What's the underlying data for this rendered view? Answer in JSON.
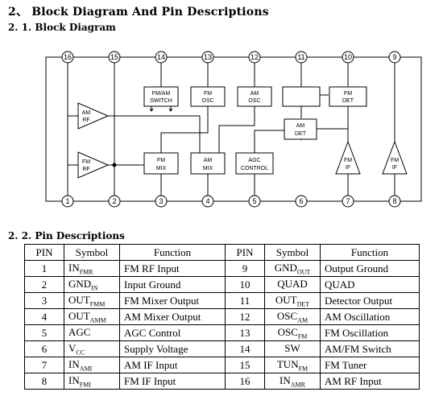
{
  "section_title": "2、 Block Diagram And Pin Descriptions",
  "sub1_title": "2. 1. Block Diagram",
  "sub2_title": "2. 2. Pin Descriptions",
  "diagram": {
    "top_pins": [
      "16",
      "15",
      "14",
      "13",
      "12",
      "11",
      "10",
      "9"
    ],
    "bottom_pins": [
      "1",
      "2",
      "3",
      "4",
      "5",
      "6",
      "7",
      "8"
    ],
    "blocks": {
      "fm_am_switch": [
        "FM/AM",
        "SWITCH"
      ],
      "fm_osc": [
        "FM",
        "OSC"
      ],
      "am_osc": [
        "AM",
        "OSC"
      ],
      "fm_det": [
        "FM",
        "DET"
      ],
      "am_det": [
        "AM",
        "DET"
      ],
      "fm_mix": [
        "FM",
        "MIX"
      ],
      "am_mix": [
        "AM",
        "MIX"
      ],
      "agc": [
        "AGC",
        "CONTROL"
      ],
      "am_rf": [
        "AM",
        "RF"
      ],
      "fm_rf": [
        "FM",
        "RF"
      ],
      "fm_if_tri": [
        "FM",
        "IF"
      ],
      "fm_if_tri2": [
        "FM",
        "IF"
      ]
    }
  },
  "table": {
    "headers": [
      "PIN",
      "Symbol",
      "Function",
      "PIN",
      "Symbol",
      "Function"
    ],
    "rows": [
      {
        "pin1": "1",
        "sym1": "IN",
        "sub1": "FMR",
        "fn1": "FM RF Input",
        "pin2": "9",
        "sym2": "GND",
        "sub2": "OUT",
        "fn2": "Output Ground"
      },
      {
        "pin1": "2",
        "sym1": "GND",
        "sub1": "IN",
        "fn1": "Input Ground",
        "pin2": "10",
        "sym2": "QUAD",
        "sub2": "",
        "fn2": "QUAD"
      },
      {
        "pin1": "3",
        "sym1": "OUT",
        "sub1": "FMM",
        "fn1": "FM Mixer Output",
        "pin2": "11",
        "sym2": "OUT",
        "sub2": "DET",
        "fn2": "Detector Output"
      },
      {
        "pin1": "4",
        "sym1": "OUT",
        "sub1": "AMM",
        "fn1": "AM Mixer Output",
        "pin2": "12",
        "sym2": "OSC",
        "sub2": "AM",
        "fn2": "AM Oscillation"
      },
      {
        "pin1": "5",
        "sym1": "AGC",
        "sub1": "",
        "fn1": "AGC Control",
        "pin2": "13",
        "sym2": "OSC",
        "sub2": "FM",
        "fn2": "FM Oscillation"
      },
      {
        "pin1": "6",
        "sym1": "V",
        "sub1": "CC",
        "fn1": "Supply Voltage",
        "pin2": "14",
        "sym2": "SW",
        "sub2": "",
        "fn2": "AM/FM Switch"
      },
      {
        "pin1": "7",
        "sym1": "IN",
        "sub1": "AMI",
        "fn1": "AM IF Input",
        "pin2": "15",
        "sym2": "TUN",
        "sub2": "FM",
        "fn2": "FM Tuner"
      },
      {
        "pin1": "8",
        "sym1": "IN",
        "sub1": "FMI",
        "fn1": "FM IF Input",
        "pin2": "16",
        "sym2": "IN",
        "sub2": "AMR",
        "fn2": "AM RF Input"
      }
    ]
  }
}
